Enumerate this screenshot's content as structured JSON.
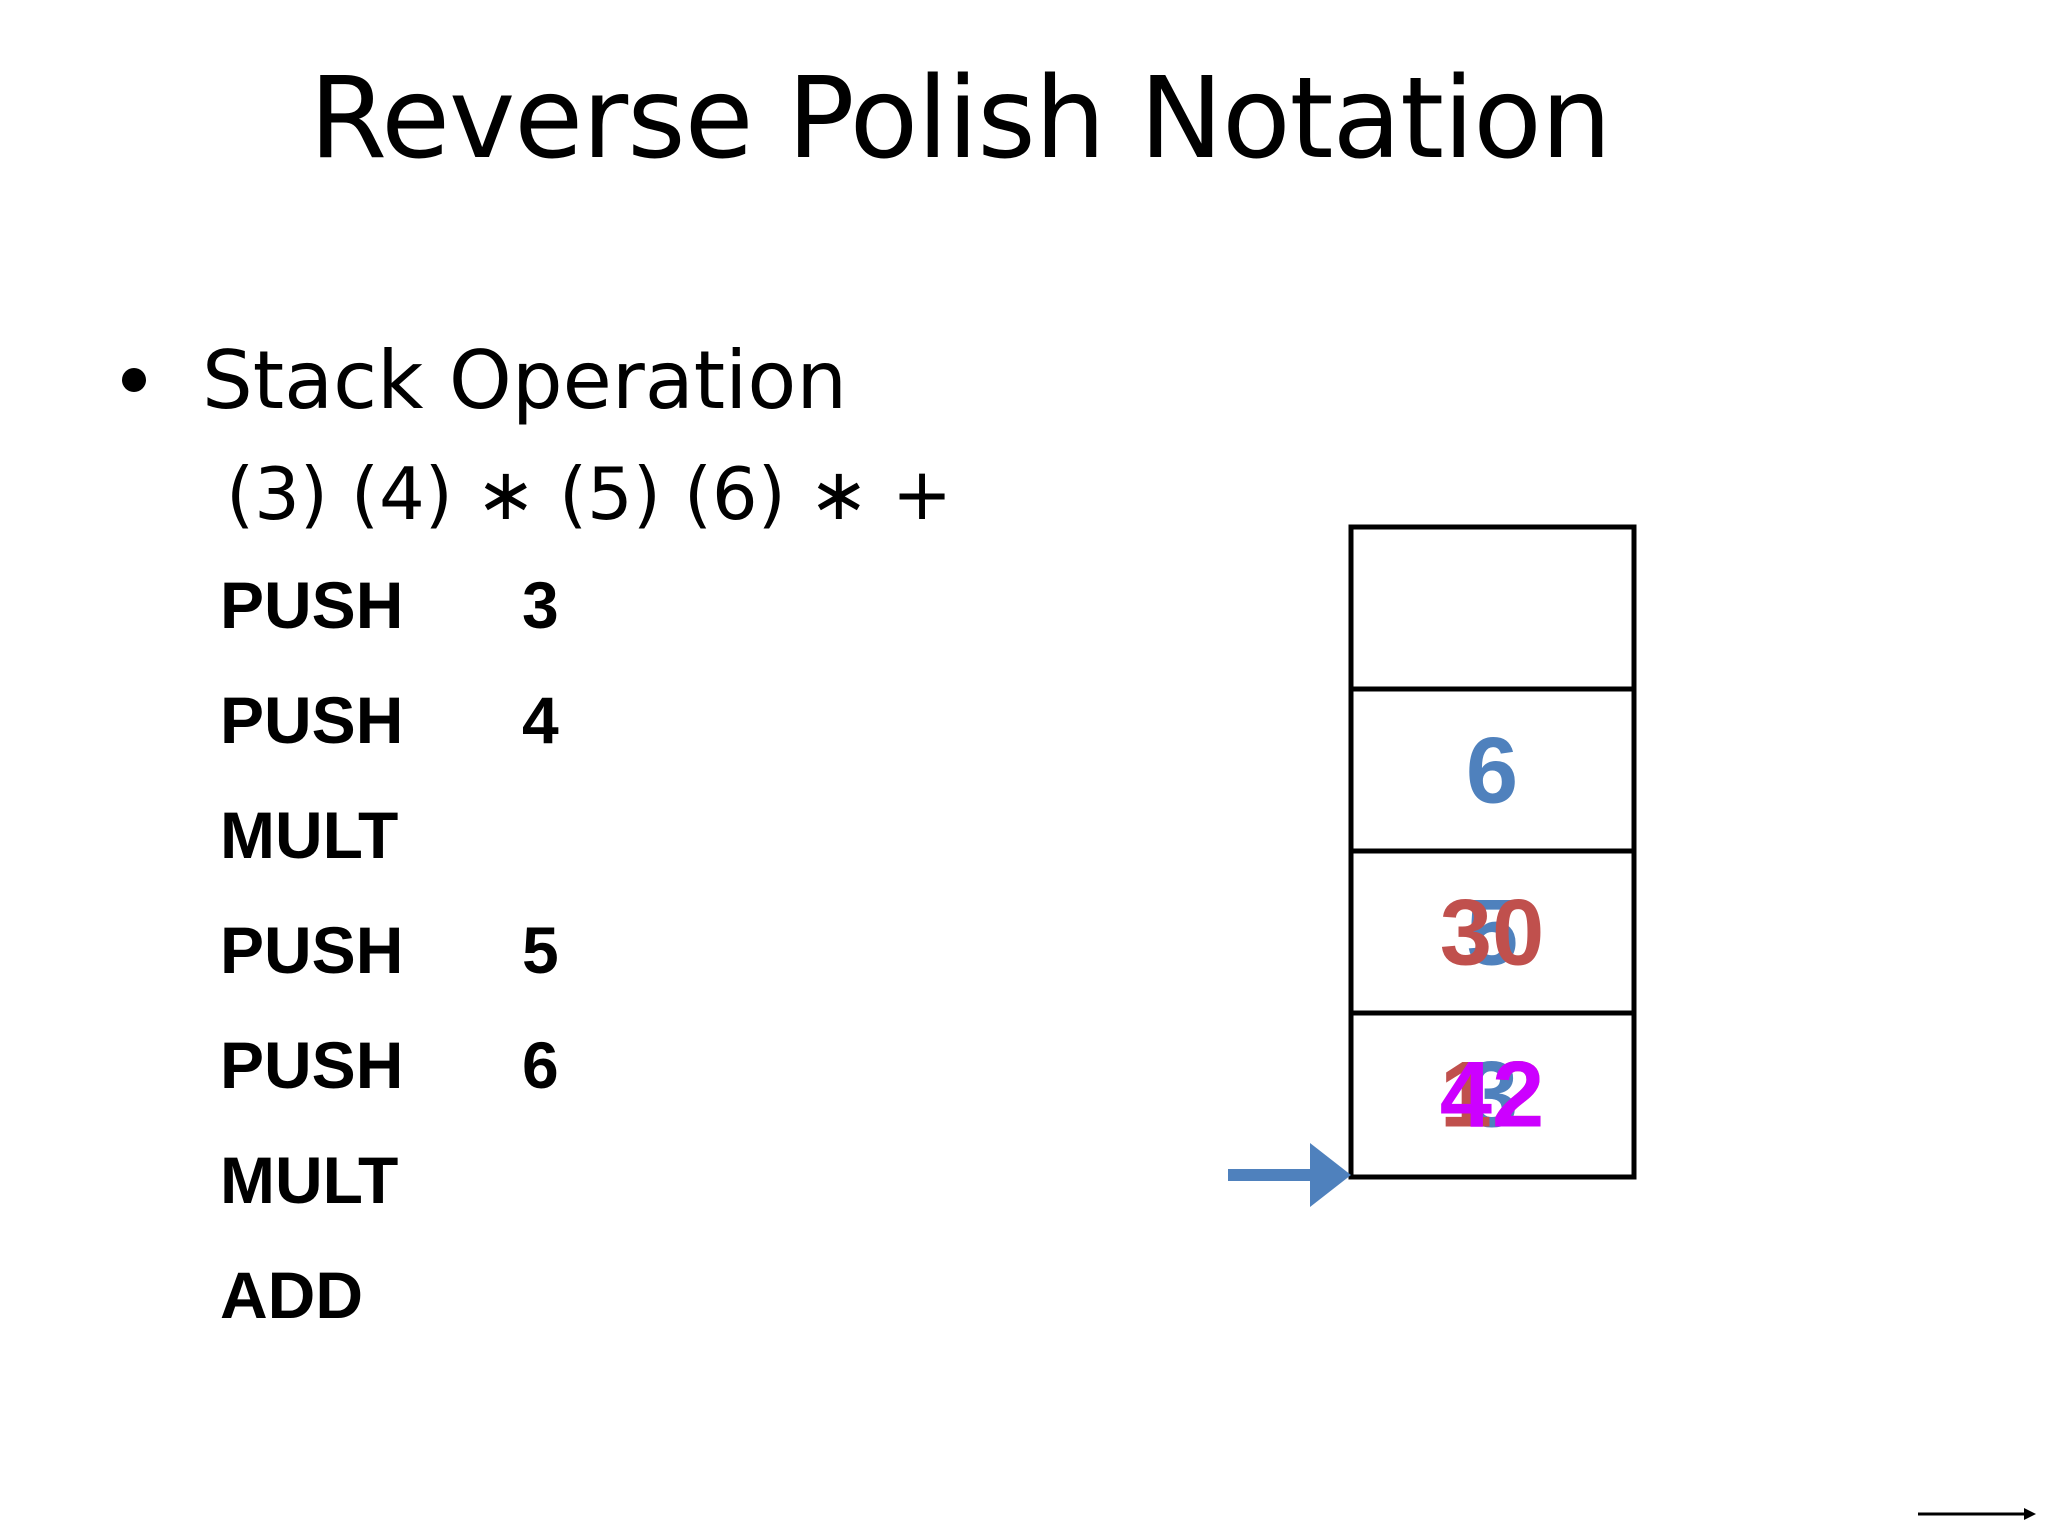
{
  "slide": {
    "title": "Reverse Polish Notation",
    "bullet": "Stack Operation",
    "expression": "(3) (4) ∗ (5) (6) ∗ +"
  },
  "program": [
    {
      "op": "PUSH",
      "arg": "3"
    },
    {
      "op": "PUSH",
      "arg": "4"
    },
    {
      "op": "MULT",
      "arg": ""
    },
    {
      "op": "PUSH",
      "arg": "5"
    },
    {
      "op": "PUSH",
      "arg": "6"
    },
    {
      "op": "MULT",
      "arg": ""
    },
    {
      "op": "ADD",
      "arg": ""
    }
  ],
  "stack": {
    "slots": [
      {
        "values": []
      },
      {
        "values": [
          {
            "text": "6",
            "color": "#4f81bd"
          }
        ]
      },
      {
        "values": [
          {
            "text": "5",
            "color": "#4f81bd"
          },
          {
            "text": "30",
            "color": "#c0504d"
          }
        ]
      },
      {
        "values": [
          {
            "text": "3",
            "color": "#4f81bd"
          },
          {
            "text": "12",
            "color": "#c0504d"
          },
          {
            "text": "42",
            "color": "#cc00ff"
          }
        ]
      }
    ],
    "pointer_color": "#4f81bd"
  },
  "nav": {
    "next_icon": "right-arrow-icon"
  }
}
